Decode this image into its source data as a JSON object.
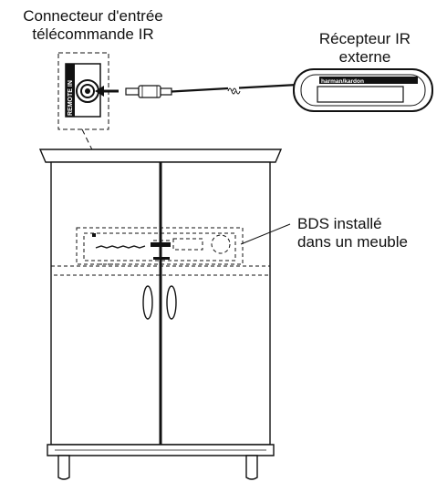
{
  "labels": {
    "connector": [
      "Connecteur d'entrée",
      "télécommande IR"
    ],
    "receiver": [
      "Récepteur IR",
      "externe"
    ],
    "bds": [
      "BDS installé",
      "dans un meuble"
    ]
  },
  "jack_label": "REMOTE IN",
  "receiver_brand": "harman/kardon",
  "colors": {
    "line": "#111111",
    "background": "#ffffff"
  }
}
